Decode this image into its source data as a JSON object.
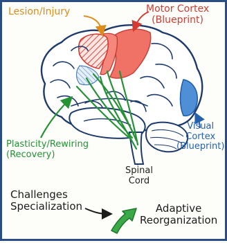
{
  "labels": {
    "lesion": "Lesion/Injury",
    "motor": [
      "Motor Cortex",
      "(Blueprint)"
    ],
    "visual": [
      "Visual",
      "Cortex",
      "(Blueprint)"
    ],
    "plasticity": [
      "Plasticity/Rewiring",
      "(Recovery)"
    ],
    "spinal": [
      "Spinal",
      "Cord"
    ],
    "challenges": [
      "Challenges",
      "Specialization"
    ],
    "adaptive": [
      "Adaptive",
      "Reorganization"
    ]
  },
  "colors": {
    "frame": "#2a4d86",
    "lesion": "#e08a19",
    "motor": "#d23a32",
    "visual": "#2461ad",
    "plasticity": "#249235",
    "outline": "#1d3a6b"
  }
}
